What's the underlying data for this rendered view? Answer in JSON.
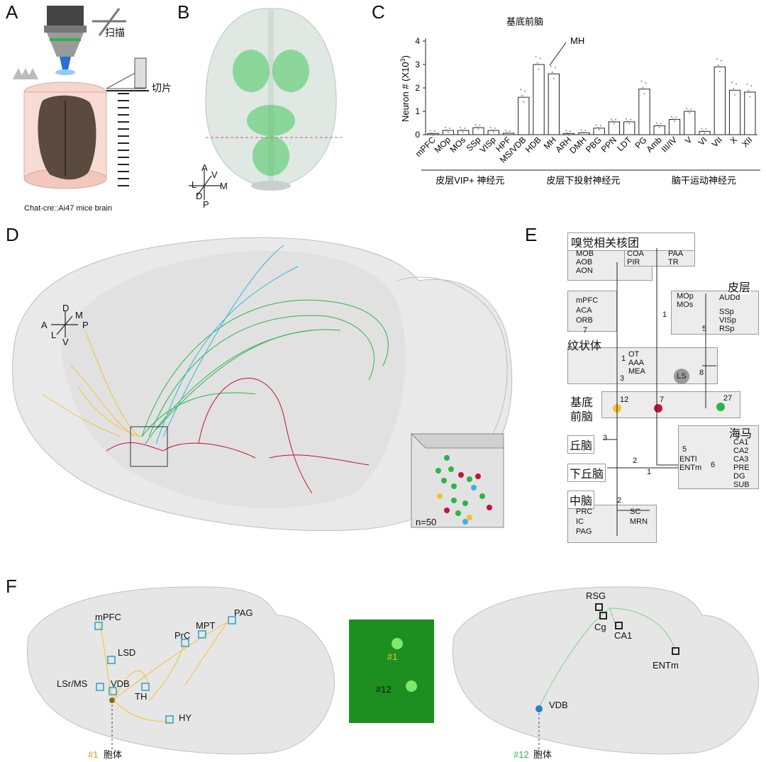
{
  "panels": {
    "a": "A",
    "b": "B",
    "c": "C",
    "d": "D",
    "e": "E",
    "f": "F"
  },
  "panel_a": {
    "scan": "扫描",
    "slice": "切片",
    "caption": "Chat-cre::Ai47 mice brain"
  },
  "panel_b": {
    "axes": {
      "a": "A",
      "v": "V",
      "l": "L",
      "m": "M",
      "d": "D",
      "p": "P"
    }
  },
  "chart_data": {
    "type": "bar",
    "title": "基底前脑",
    "ylabel": "Neuron # (X10",
    "ylabel_exp": "3",
    "ylabel_close": ")",
    "ylim": [
      0,
      4
    ],
    "yticks": [
      "0",
      "1",
      "2",
      "3",
      "4"
    ],
    "categories": [
      "mPFC",
      "MOp",
      "MOs",
      "SSp",
      "VISp",
      "HPF",
      "MS/VDB",
      "HDB",
      "MH",
      "ARH",
      "DMH",
      "PBG",
      "PPN",
      "LDT",
      "PG",
      "Amb",
      "III/IV",
      "V",
      "VI",
      "VII",
      "X",
      "XII"
    ],
    "values": [
      0.05,
      0.18,
      0.18,
      0.3,
      0.18,
      0.06,
      1.6,
      3.0,
      2.6,
      0.05,
      0.08,
      0.28,
      0.55,
      0.55,
      1.95,
      0.38,
      0.65,
      1.0,
      0.14,
      2.9,
      1.9,
      1.82
    ],
    "annotation": "MH",
    "groups": [
      {
        "label": "皮层VIP+ 神经元"
      },
      {
        "label": "皮层下投射神经元"
      },
      {
        "label": "脑干运动神经元"
      }
    ]
  },
  "panel_d": {
    "inset": "n=50",
    "axes": {
      "d": "D",
      "m": "M",
      "a": "A",
      "p": "P",
      "l": "L",
      "v": "V"
    }
  },
  "panel_e": {
    "olfactory": {
      "title": "嗅觉相关核团",
      "left": [
        "MOB",
        "AOB",
        "AON"
      ],
      "mid": [
        "COA",
        "PIR"
      ],
      "right": [
        "PAA",
        "TR"
      ]
    },
    "cortex": {
      "title": "皮层",
      "left": [
        "mPFC",
        "ACA",
        "ORB"
      ],
      "mid": [
        "MOp",
        "MOs"
      ],
      "right": [
        "AUDd",
        "SSp",
        "VISp",
        "RSp"
      ],
      "n1": "1",
      "n2": "5",
      "n3": "7"
    },
    "striatum": {
      "title": "纹状体",
      "items": [
        "OT",
        "AAA",
        "MEA"
      ],
      "ls": "LS",
      "n1": "1",
      "n2": "3",
      "n3": "8"
    },
    "bf": {
      "title1": "基底",
      "title2": "前脑",
      "c1": "12",
      "c2": "7",
      "c3": "27"
    },
    "thalamus": {
      "title": "丘脑",
      "n": "3"
    },
    "hypothalamus": {
      "title": "下丘脑",
      "n1": "2",
      "n2": "1"
    },
    "hippo": {
      "title": "海马",
      "ent": [
        "ENTl",
        "ENTm"
      ],
      "items": [
        "CA1",
        "CA2",
        "CA3",
        "PRE",
        "DG",
        "SUB"
      ],
      "n1": "5",
      "n2": "6"
    },
    "midbrain": {
      "title": "中脑",
      "left": [
        "PRC",
        "IC",
        "PAG"
      ],
      "right": [
        "SC",
        "MRN"
      ],
      "n": "2"
    }
  },
  "panel_f": {
    "left_labels": [
      "mPFC",
      "LSD",
      "LSr/MS",
      "VDB",
      "TH",
      "HY",
      "PrC",
      "MPT",
      "PAG"
    ],
    "left_caption_num": "#1",
    "soma": "胞体",
    "mid_labels": [
      "#1",
      "#12"
    ],
    "right_labels": [
      "RSG",
      "Cg",
      "CA1",
      "ENTm",
      "VDB"
    ],
    "right_caption_num": "#12"
  },
  "colors": {
    "green": "#2db34a",
    "yellow": "#f2c230",
    "red": "#c0143c",
    "cyan": "#34b6d6",
    "grey": "#c8c8c8"
  }
}
